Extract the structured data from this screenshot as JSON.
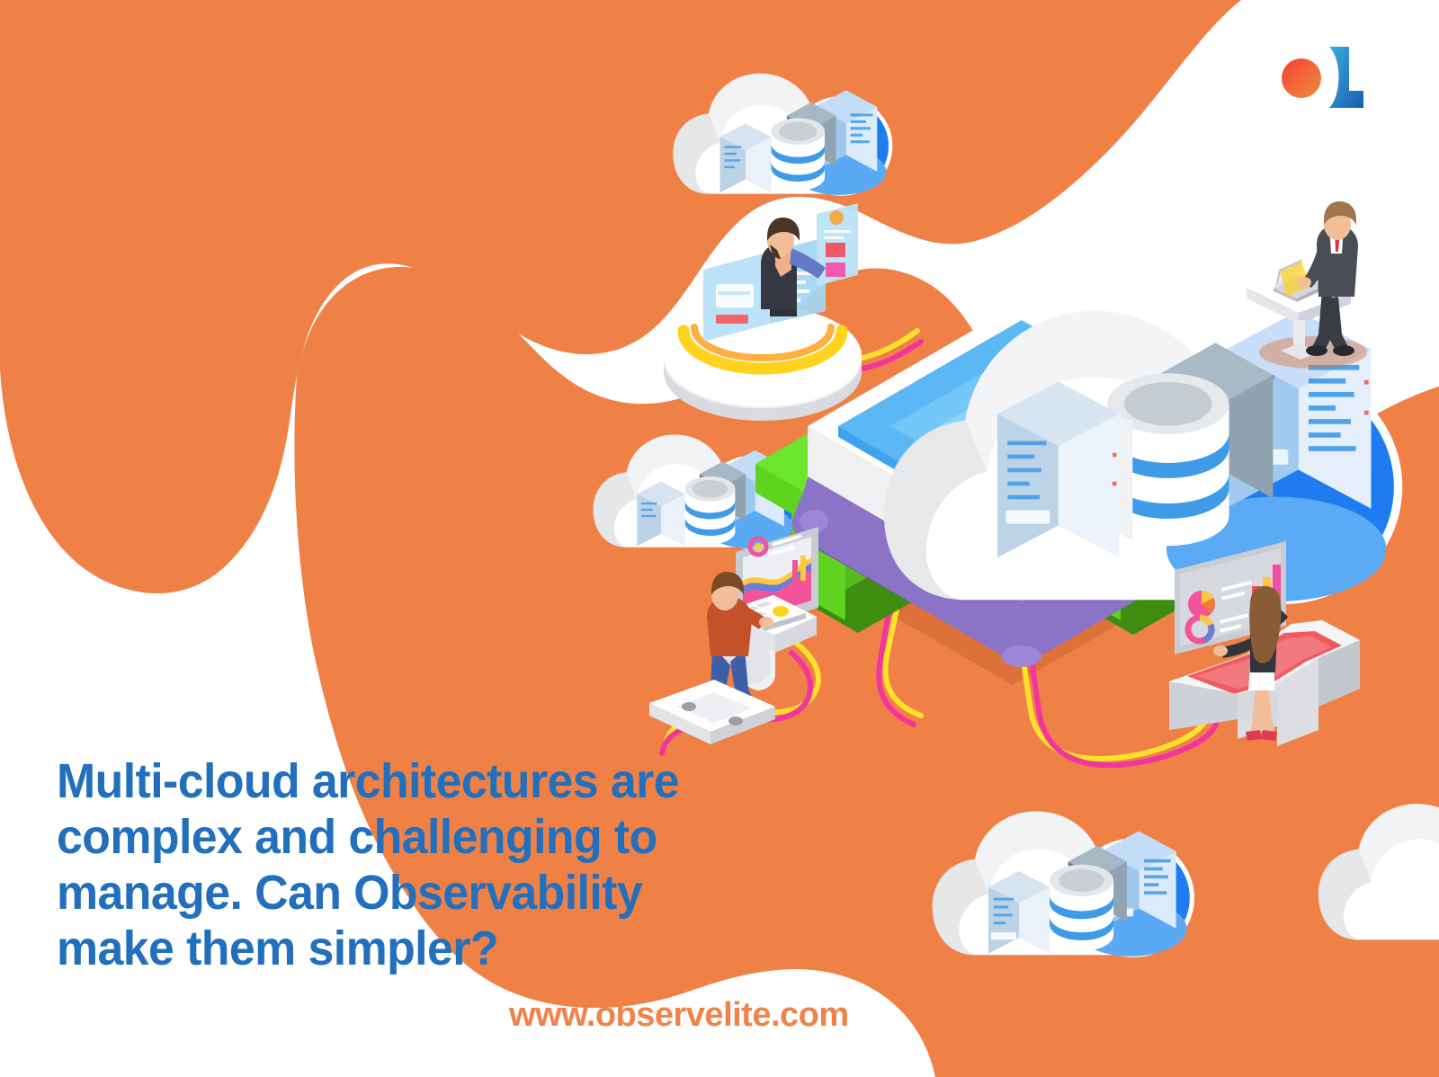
{
  "brand": {
    "name": "ObserveLite",
    "logo_icon": "observelite-logo-icon",
    "logo_circle_color": "#EF4E3A",
    "logo_circle_color_2": "#F2803F",
    "logo_letter_color": "#1B63B0",
    "logo_letter_color_2": "#35A7DC"
  },
  "theme": {
    "background": "#FFFFFF",
    "accent_orange": "#EF8147",
    "accent_orange_shadow": "#D66A35",
    "headline_blue": "#2270BC",
    "url_orange": "#F0834A",
    "cloud_white": "#FFFFFF",
    "cloud_grey": "#E9EAEC",
    "cloud_blue": "#1E7BF0",
    "server_blue": "#3E9BE8",
    "arrow_green": "#5FD420",
    "tablet_purple": "#8B73C8",
    "screen_blue": "#5BB8F5",
    "cable_yellow": "#FFE02B",
    "cable_pink": "#F2359D"
  },
  "headline": {
    "lines": [
      "Multi-cloud architectures are",
      "complex and challenging to",
      "manage. Can Observability",
      "make them simpler?"
    ]
  },
  "footer": {
    "url": "www.observelite.com"
  },
  "illustration": {
    "title": "multi-cloud-observability-isometric-illustration",
    "scene_elements": [
      {
        "id": "central-cloud-datacenter",
        "label": "Central cloud with server racks and database on tablet"
      },
      {
        "id": "tablet-device",
        "label": "Isometric tablet platform"
      },
      {
        "id": "sync-arrow-left",
        "label": "Green upward sync arrow (left)"
      },
      {
        "id": "sync-arrow-right",
        "label": "Green upward sync arrow (right)"
      },
      {
        "id": "cloud-top",
        "label": "Cloud datacenter node (top)"
      },
      {
        "id": "cloud-left",
        "label": "Cloud datacenter node (left)"
      },
      {
        "id": "cloud-bottom",
        "label": "Cloud datacenter node (bottom)"
      },
      {
        "id": "cloud-right-edge",
        "label": "Cloud datacenter node (right edge)"
      },
      {
        "id": "person-hologram-analyst",
        "label": "Analyst at holographic dashboard podium"
      },
      {
        "id": "person-developer-desk",
        "label": "Developer at desk with keyboard and analytics monitor"
      },
      {
        "id": "person-executive-laptop",
        "label": "Executive at standing desk with laptop"
      },
      {
        "id": "person-dashboard-woman",
        "label": "Woman reviewing dashboard at curved desk"
      },
      {
        "id": "network-cables",
        "label": "Yellow and pink network cables connecting nodes"
      }
    ]
  }
}
